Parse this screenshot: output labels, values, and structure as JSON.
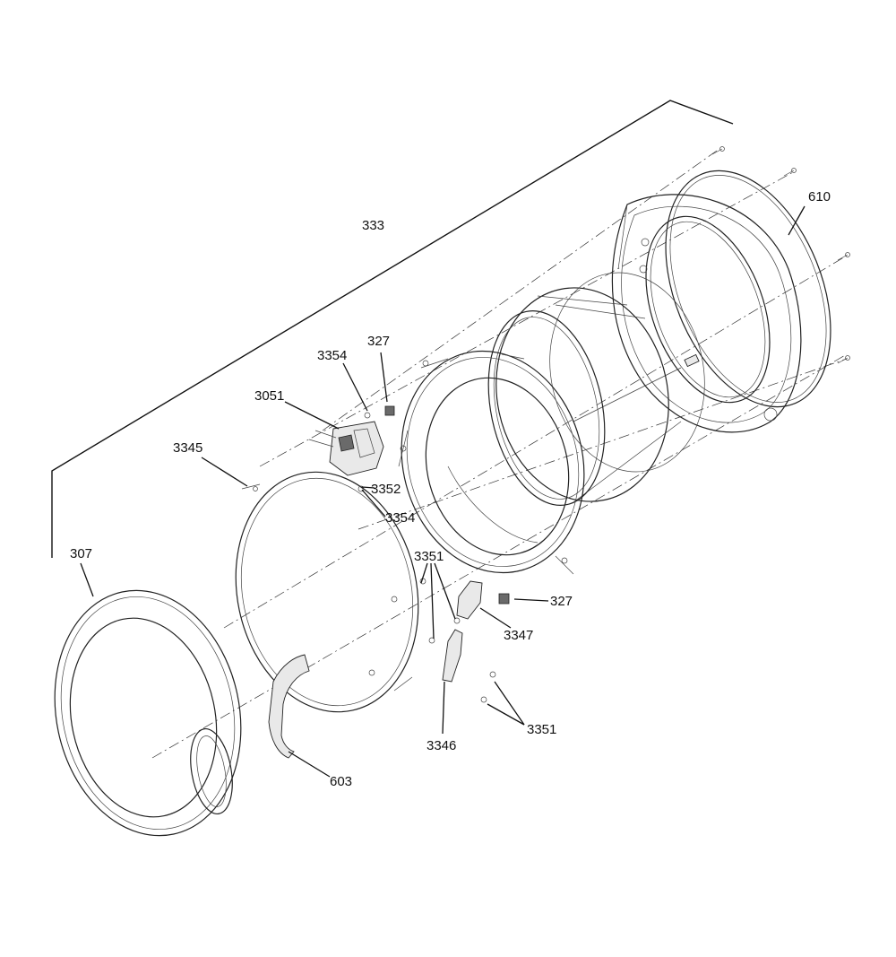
{
  "callouts": {
    "c333": "333",
    "c610": "610",
    "c327_top": "327",
    "c3354_top": "3354",
    "c3051": "3051",
    "c3345": "3345",
    "c3352": "3352",
    "c3354_mid": "3354",
    "c307": "307",
    "c3351_top": "3351",
    "c327_right": "327",
    "c3347": "3347",
    "c3346": "3346",
    "c3351_bottom": "3351",
    "c603": "603"
  },
  "colors": {
    "ink": "#111111",
    "background": "#ffffff"
  }
}
